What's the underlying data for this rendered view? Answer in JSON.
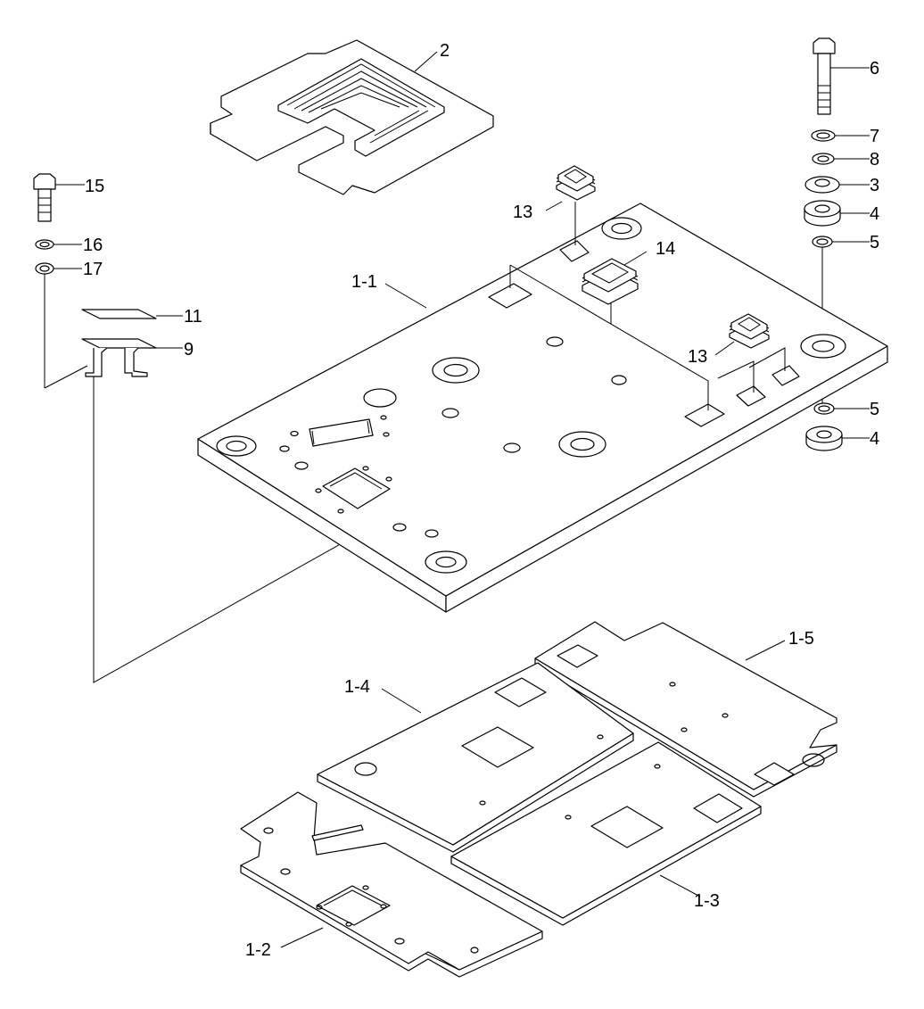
{
  "labels": {
    "l_2": "2",
    "l_6": "6",
    "l_7": "7",
    "l_8": "8",
    "l_3": "3",
    "l_4a": "4",
    "l_5a": "5",
    "l_5b": "5",
    "l_4b": "4",
    "l_15": "15",
    "l_16": "16",
    "l_17": "17",
    "l_11": "11",
    "l_9": "9",
    "l_13a": "13",
    "l_13b": "13",
    "l_14": "14",
    "l_1_1": "1-1",
    "l_1_5": "1-5",
    "l_1_4": "1-4",
    "l_1_3": "1-3",
    "l_1_2": "1-2"
  }
}
